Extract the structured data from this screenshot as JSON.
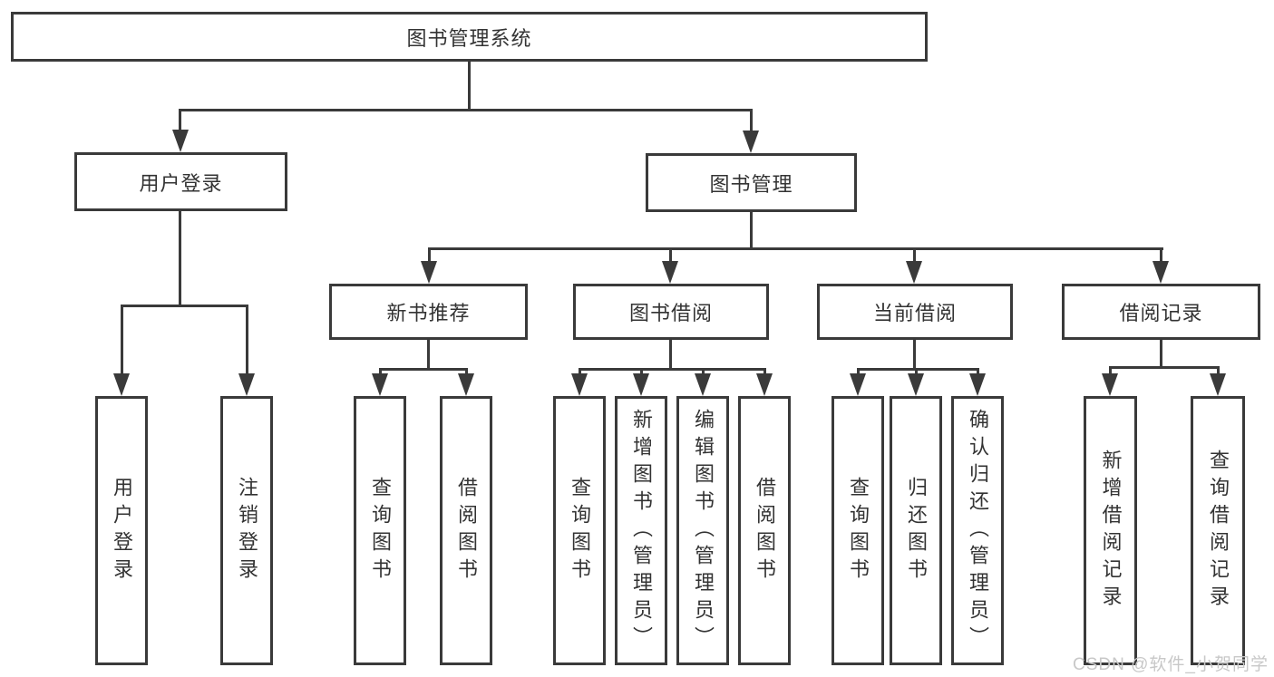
{
  "tree": {
    "label": "图书管理系统",
    "children": [
      {
        "label": "用户登录",
        "children": [
          {
            "label": "用户登录"
          },
          {
            "label": "注销登录"
          }
        ]
      },
      {
        "label": "图书管理",
        "children": [
          {
            "label": "新书推荐",
            "children": [
              {
                "label": "查询图书"
              },
              {
                "label": "借阅图书"
              }
            ]
          },
          {
            "label": "图书借阅",
            "children": [
              {
                "label": "查询图书"
              },
              {
                "label": "新增图书（管理员）"
              },
              {
                "label": "编辑图书（管理员）"
              },
              {
                "label": "借阅图书"
              }
            ]
          },
          {
            "label": "当前借阅",
            "children": [
              {
                "label": "查询图书"
              },
              {
                "label": "归还图书"
              },
              {
                "label": "确认归还（管理员）"
              }
            ]
          },
          {
            "label": "借阅记录",
            "children": [
              {
                "label": "新增借阅记录"
              },
              {
                "label": "查询借阅记录"
              }
            ]
          }
        ]
      }
    ]
  },
  "watermark": {
    "text": "CSDN @软件_小贺同学"
  },
  "colors": {
    "line": "#3a3a3a",
    "text": "#333333",
    "box_background": "#ffffff",
    "watermark": "#c8c8c8",
    "background": "#ffffff"
  }
}
